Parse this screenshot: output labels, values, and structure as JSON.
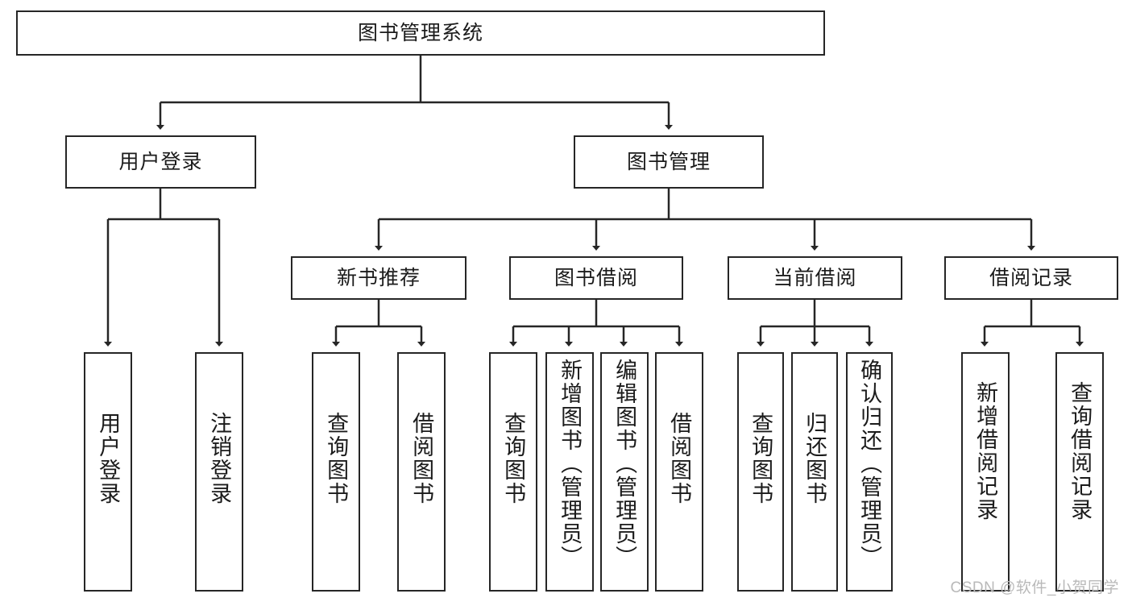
{
  "diagram": {
    "title": "图书管理系统",
    "type": "hierarchy-tree",
    "watermark": "CSDN @软件_小贺同学",
    "colors": {
      "background": "#ffffff",
      "box_border": "#262626",
      "box_fill": "#ffffff",
      "text": "#1b1b1b",
      "edge": "#262626",
      "watermark": "#b9b9b9"
    },
    "root": {
      "label": "图书管理系统"
    },
    "level2": [
      {
        "label": "用户登录"
      },
      {
        "label": "图书管理"
      }
    ],
    "level3": [
      {
        "label": "新书推荐"
      },
      {
        "label": "图书借阅"
      },
      {
        "label": "当前借阅"
      },
      {
        "label": "借阅记录"
      }
    ],
    "leaves": {
      "user_login": [
        {
          "label": "用户登录"
        },
        {
          "label": "注销登录"
        }
      ],
      "new_book": [
        {
          "label": "查询图书"
        },
        {
          "label": "借阅图书"
        }
      ],
      "borrow_book": [
        {
          "label": "查询图书"
        },
        {
          "label": "新增图书（管理员）"
        },
        {
          "label": "编辑图书（管理员）"
        },
        {
          "label": "借阅图书"
        }
      ],
      "current_borrow": [
        {
          "label": "查询图书"
        },
        {
          "label": "归还图书"
        },
        {
          "label": "确认归还（管理员）"
        }
      ],
      "borrow_record": [
        {
          "label": "新增借阅记录"
        },
        {
          "label": "查询借阅记录"
        }
      ]
    }
  }
}
